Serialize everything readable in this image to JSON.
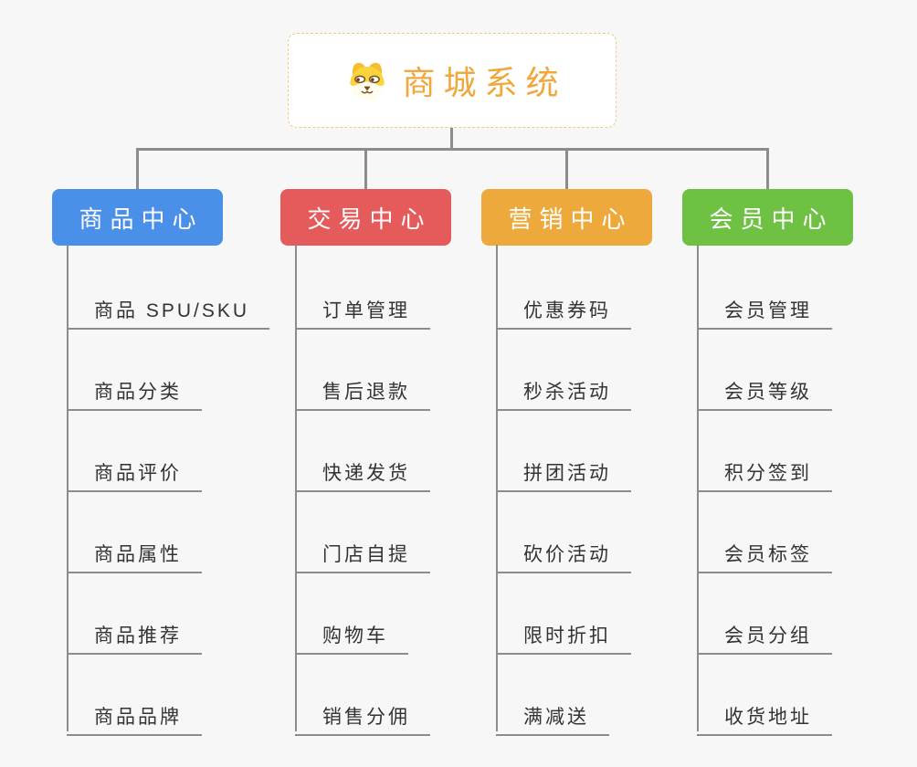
{
  "root": {
    "title": "商城系统",
    "icon": "dog-face-icon",
    "title_color": "#F0A73C",
    "border_color": "#F2C983",
    "background": "#FFFFFF"
  },
  "branches": [
    {
      "key": "product-center",
      "label": "商品中心",
      "color": "#4A90E8",
      "children": [
        "商品 SPU/SKU",
        "商品分类",
        "商品评价",
        "商品属性",
        "商品推荐",
        "商品品牌"
      ]
    },
    {
      "key": "trade-center",
      "label": "交易中心",
      "color": "#E55B5B",
      "children": [
        "订单管理",
        "售后退款",
        "快递发货",
        "门店自提",
        "购物车",
        "销售分佣"
      ]
    },
    {
      "key": "marketing-center",
      "label": "营销中心",
      "color": "#EEA93C",
      "children": [
        "优惠券码",
        "秒杀活动",
        "拼团活动",
        "砍价活动",
        "限时折扣",
        "满减送"
      ]
    },
    {
      "key": "member-center",
      "label": "会员中心",
      "color": "#6EC143",
      "children": [
        "会员管理",
        "会员等级",
        "积分签到",
        "会员标签",
        "会员分组",
        "收货地址"
      ]
    }
  ],
  "colors": {
    "background": "#F7F7F7",
    "line": "#8C8C8C",
    "child_text": "#333333"
  }
}
